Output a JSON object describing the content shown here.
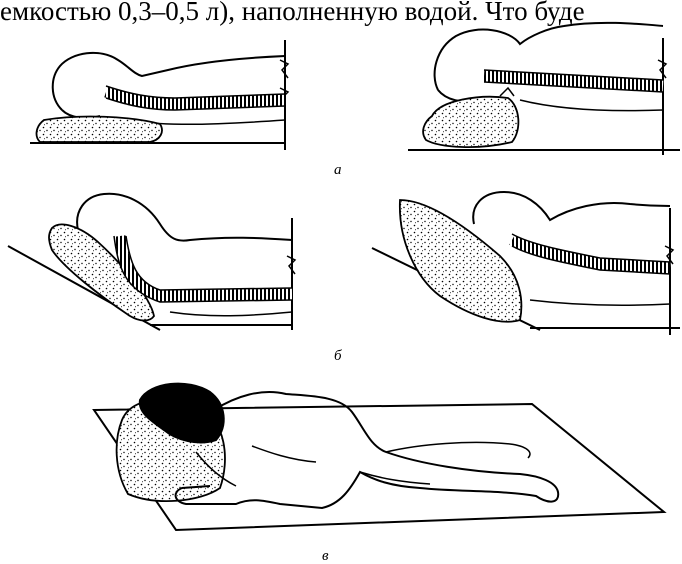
{
  "text_fragment": "емкостью 0,3–0,5 л), наполненную водой. Что буде",
  "captions": {
    "a": "а",
    "b": "б",
    "c": "в"
  },
  "colors": {
    "ink": "#000000",
    "paper": "#ffffff"
  }
}
